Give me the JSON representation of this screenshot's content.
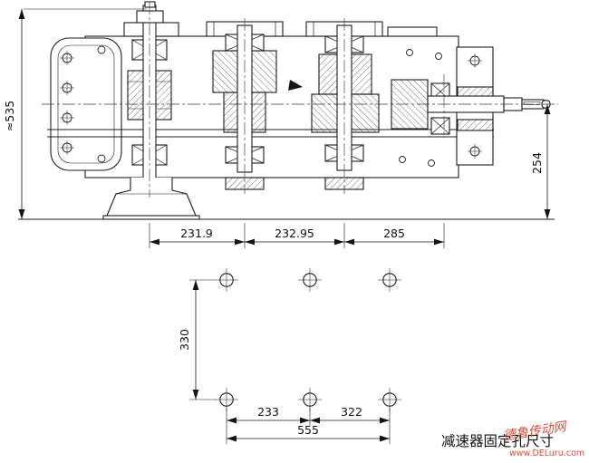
{
  "drawing": {
    "caption": "减速器固定孔尺寸",
    "dims": {
      "overall_height": "≈535",
      "output_axis_height": "254",
      "span_1": "231.9",
      "span_2": "232.95",
      "span_3": "285",
      "hole_row_spacing": "330",
      "hole_col_spacing_1": "233",
      "hole_col_spacing_2": "322",
      "hole_total_width": "555"
    }
  },
  "watermark": {
    "site_name": "德鲁传动网",
    "site_url": "www.DELuru.com",
    "color": "#d93a22"
  },
  "colors": {
    "line": "#1c1c1c",
    "background": "#ffffff"
  }
}
